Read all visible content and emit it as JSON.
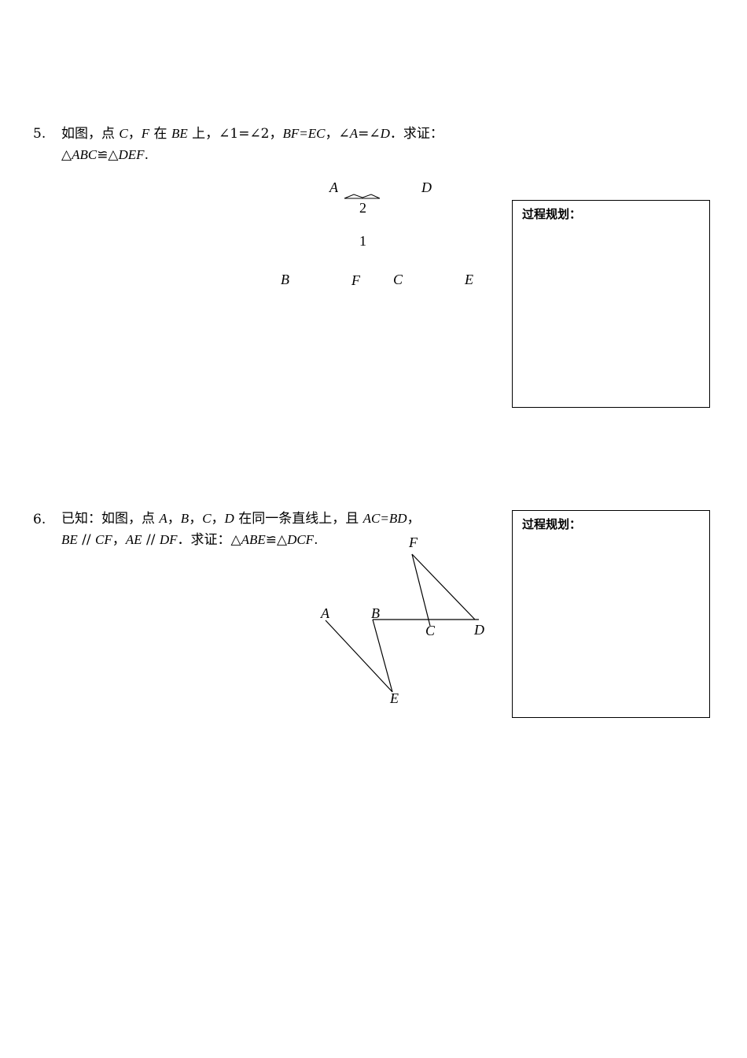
{
  "q5": {
    "number": "5.",
    "line1": {
      "t1": "如图，点 ",
      "C": "C",
      "t2": "，",
      "F": "F",
      "t3": " 在 ",
      "BE": "BE",
      "t4": " 上，∠1=∠2，",
      "BFEC": "BF=EC",
      "t5": "，∠",
      "A": "A",
      "t6": "=∠",
      "D": "D",
      "t7": "．求证："
    },
    "line2": {
      "t1": "△",
      "ABC": "ABC",
      "t2": "≌△",
      "DEF": "DEF",
      "t3": "."
    },
    "figure": {
      "A": "A",
      "D": "D",
      "B": "B",
      "F": "F",
      "C": "C",
      "E": "E",
      "angle2": "2",
      "angle1": "1"
    },
    "plan_title": "过程规划："
  },
  "q6": {
    "number": "6.",
    "line1": {
      "t1": "已知：如图，点 ",
      "A": "A",
      "t2": "，",
      "B": "B",
      "t3": "，",
      "C": "C",
      "t4": "，",
      "D": "D",
      "t5": " 在同一条直线上，且 ",
      "ACBD": "AC=BD",
      "t6": "，"
    },
    "line2": {
      "BE": "BE",
      "t1": " // ",
      "CF": "CF",
      "t2": "，",
      "AE": "AE",
      "t3": " // ",
      "DF": "DF",
      "t4": "．求证：△",
      "ABE": "ABE",
      "t5": "≌△",
      "DCF": "DCF",
      "t6": "."
    },
    "figure": {
      "A": "A",
      "B": "B",
      "C": "C",
      "D": "D",
      "E": "E",
      "F": "F"
    },
    "plan_title": "过程规划："
  }
}
